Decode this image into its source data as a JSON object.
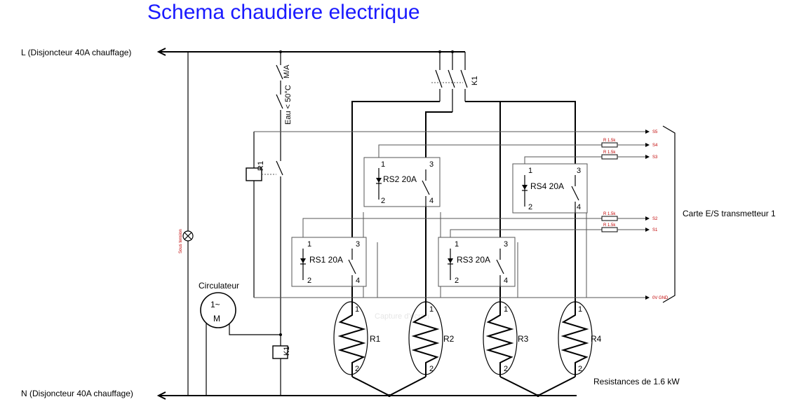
{
  "title": "Schema chaudiere electrique",
  "line_l": "L (Disjoncteur 40A chauffage)",
  "line_n": "N (Disjoncteur 40A chauffage)",
  "switch_ma": "M/A",
  "thermostat": "Eau < 50°C",
  "relay_r1": "R1",
  "contactor_k1": "K1",
  "circulator": {
    "label": "Circulateur",
    "symbol_top": "1~",
    "symbol_bottom": "M"
  },
  "lamp_label": "Sous tension",
  "solid_state_relays": [
    {
      "label": "RS1 20A"
    },
    {
      "label": "RS2 20A"
    },
    {
      "label": "RS3 20A"
    },
    {
      "label": "RS4 20A"
    }
  ],
  "relay_pins": {
    "p1": "1",
    "p2": "2",
    "p3": "3",
    "p4": "4"
  },
  "heaters": [
    "R1",
    "R2",
    "R3",
    "R4"
  ],
  "heaters_label": "Resistances de 1.6 kW",
  "io_card_label": "Carte E/S transmetteur 1",
  "outputs": [
    {
      "label": "S5"
    },
    {
      "label": "S4",
      "resistor": "R 1.5k"
    },
    {
      "label": "S3",
      "resistor": "R 1.5k"
    },
    {
      "label": "S2",
      "resistor": "R 1.5k"
    },
    {
      "label": "S1",
      "resistor": "R 1.5k"
    }
  ],
  "gnd_label": "0V GND",
  "watermark": "Capture d'écran"
}
